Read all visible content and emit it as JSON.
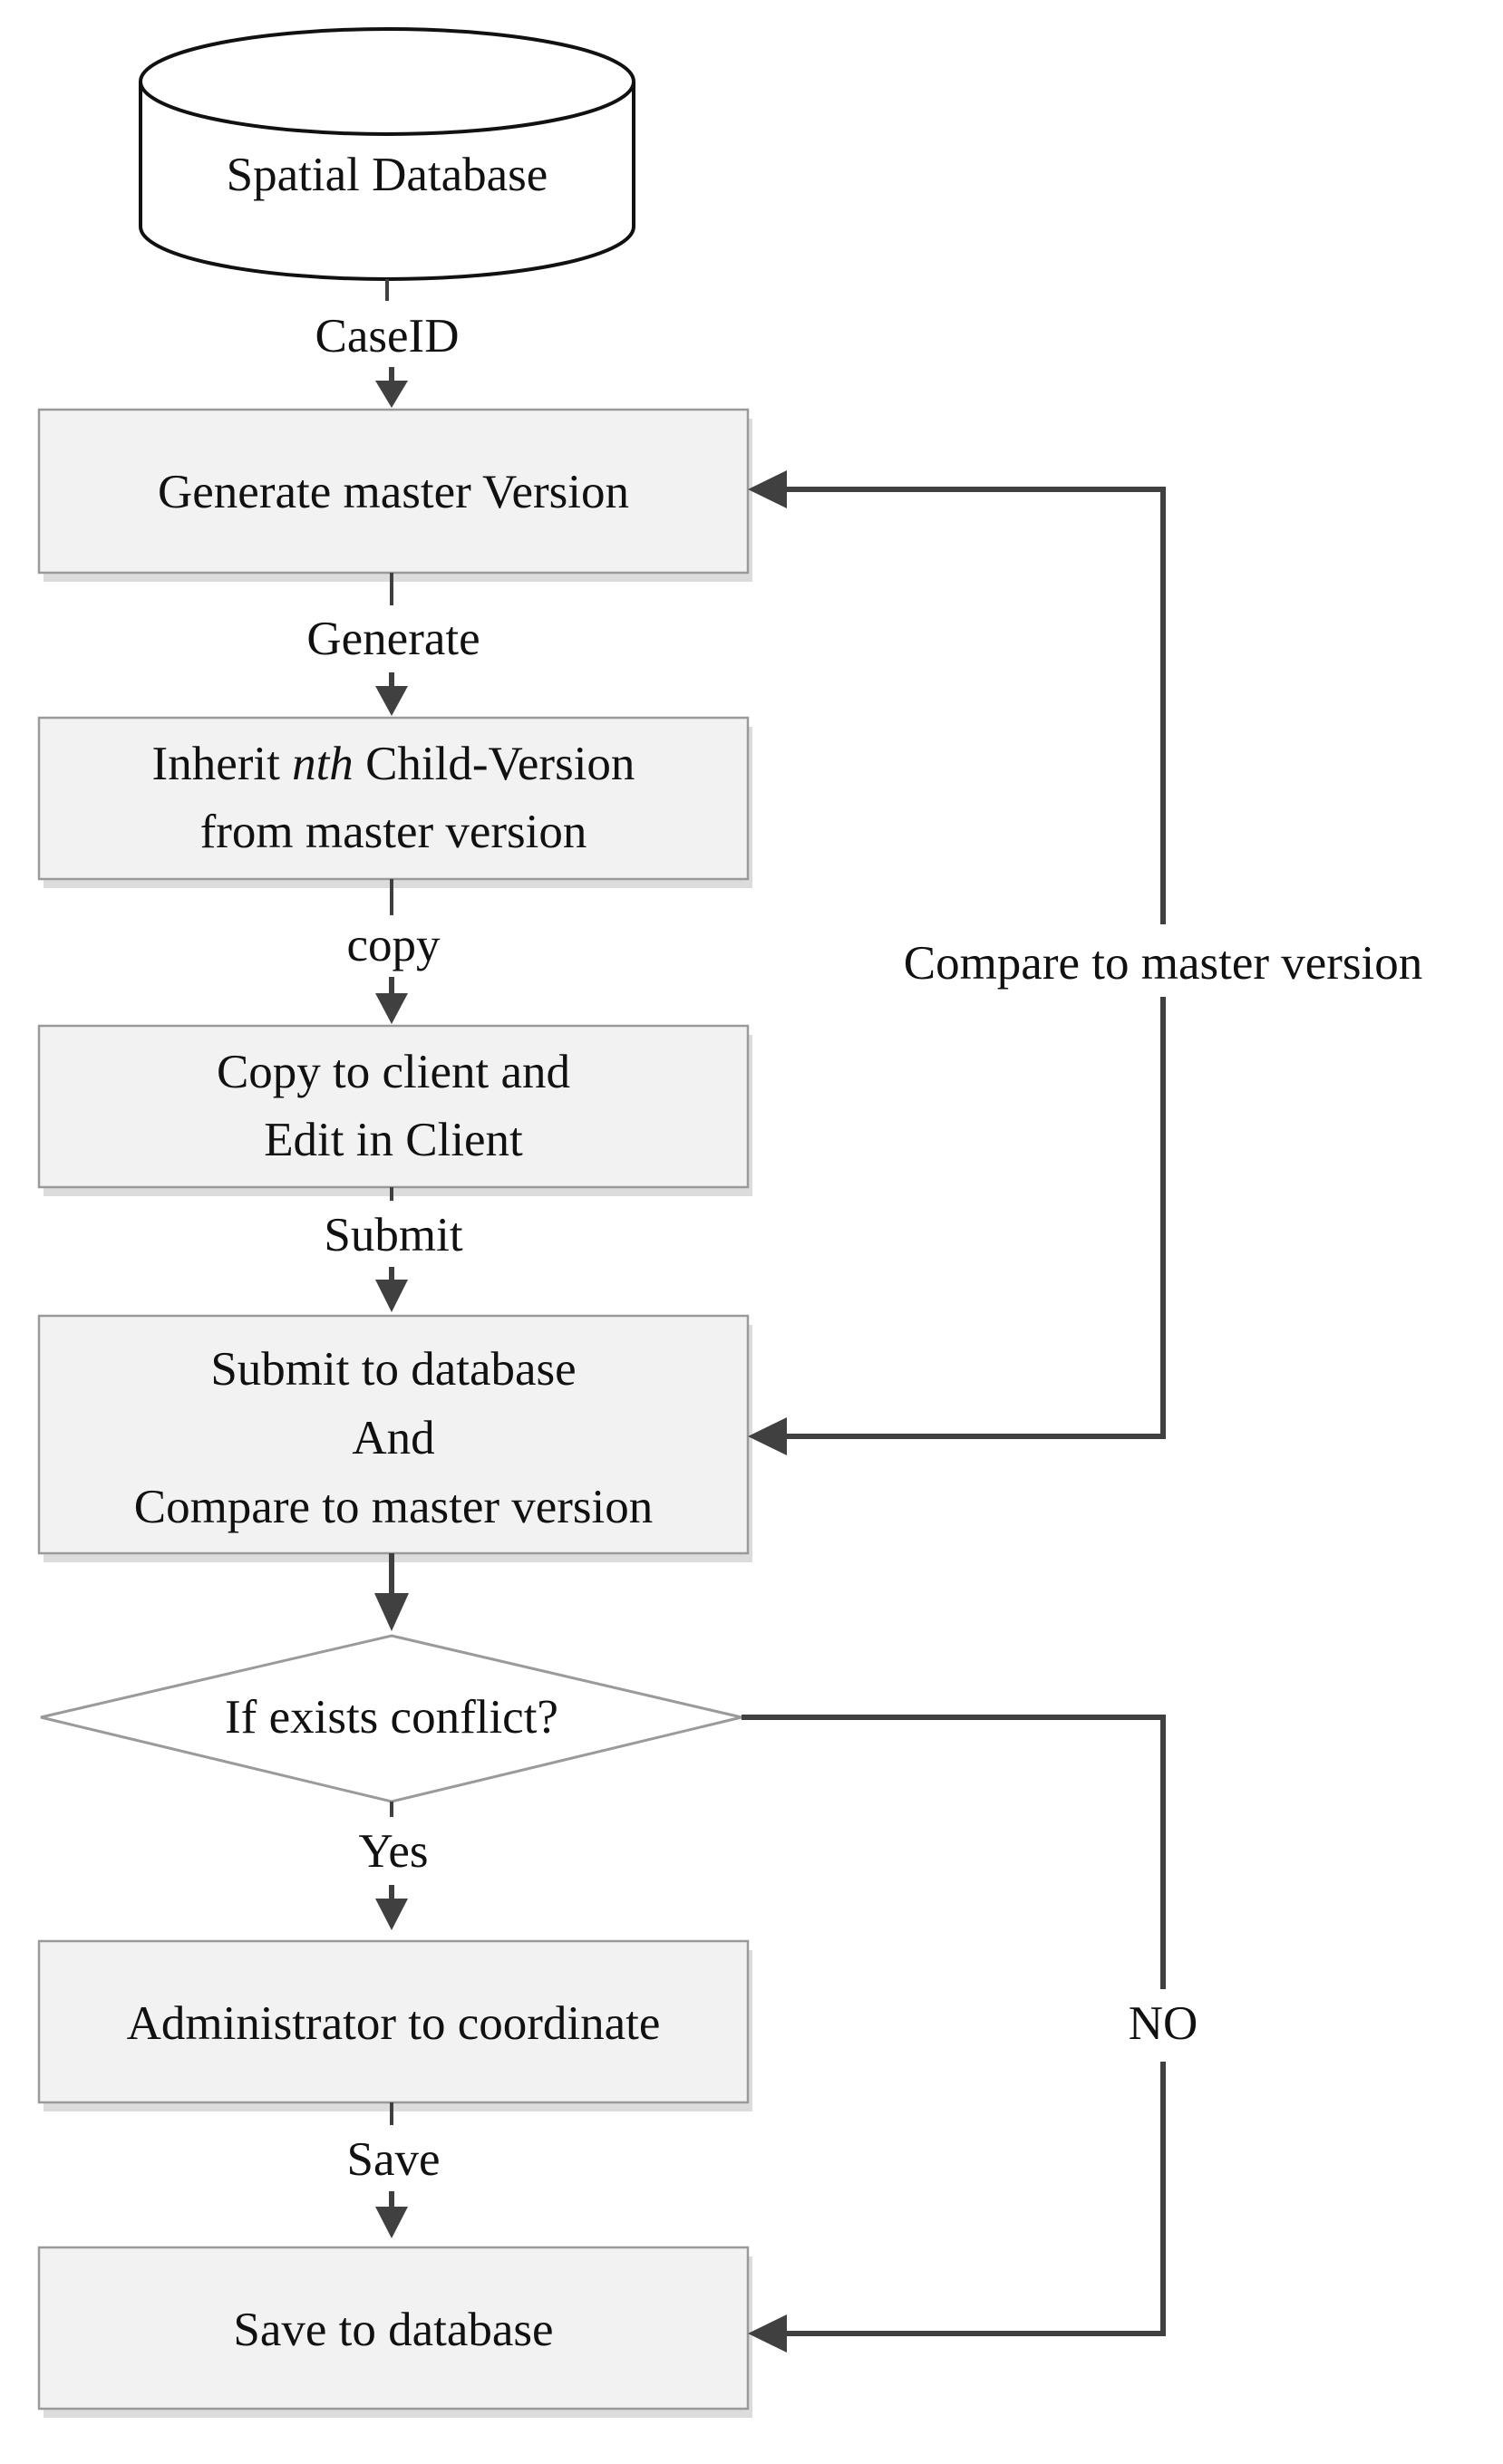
{
  "nodes": {
    "database": "Spatial Database",
    "generate_master": "Generate master Version",
    "inherit_line1_a": "Inherit ",
    "inherit_line1_italic": "nth",
    "inherit_line1_b": " Child-Version",
    "inherit_line2": "from master version",
    "copy_line1": "Copy to client and",
    "copy_line2": "Edit in Client",
    "submit_line1": "Submit to database",
    "submit_line2": "And",
    "submit_line3": "Compare to master version",
    "decision": "If exists conflict?",
    "administrator": "Administrator to coordinate",
    "save": "Save  to database"
  },
  "edges": {
    "caseid": "CaseID",
    "generate": "Generate",
    "copy": "copy",
    "submit": "Submit",
    "compare": "Compare to master version",
    "yes": "Yes",
    "no": "NO",
    "save": "Save"
  }
}
